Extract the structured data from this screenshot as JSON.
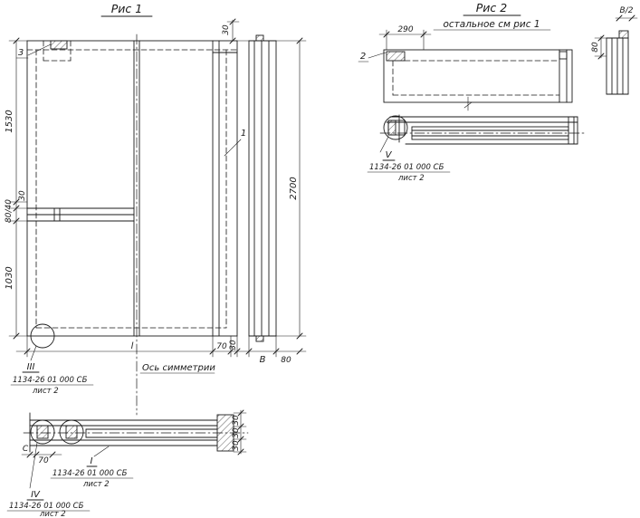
{
  "fig1": {
    "title": "Рис 1",
    "callout_3": "3",
    "callout_1": "1",
    "axis_of_symmetry": "Ось симметрии",
    "dims": {
      "left_1530": "1530",
      "left_30": "30",
      "left_80_40": "80/40",
      "left_1030": "1030",
      "top_30": "30",
      "bottom_l": "l",
      "bottom_70": "70",
      "bottom_30": "30",
      "bottom_B": "В",
      "bottom_80": "80",
      "right_2700": "2700"
    },
    "node_iii": {
      "label": "III",
      "doc": "1134-26 01 000 СБ",
      "sheet": "лист 2"
    }
  },
  "section_i": {
    "dims": {
      "top_30": "30",
      "mid_30": "30",
      "bottom_30": "30",
      "c": "С",
      "seventy": "70"
    },
    "node_i": {
      "label": "I",
      "doc": "1134-26 01 000 СБ",
      "sheet": "лист 2"
    },
    "node_iv": {
      "label": "IV",
      "doc": "1134-26 01 000 СБ",
      "sheet": "лист 2"
    }
  },
  "fig2": {
    "title": "Рис 2",
    "subtitle": "остальное см рис 1",
    "callout_2": "2",
    "dims": {
      "top_290": "290",
      "b_half": "В/2",
      "left_80": "80"
    },
    "node_v": {
      "label": "V",
      "doc": "1134-26 01 000 СБ",
      "sheet": "лист 2"
    }
  }
}
